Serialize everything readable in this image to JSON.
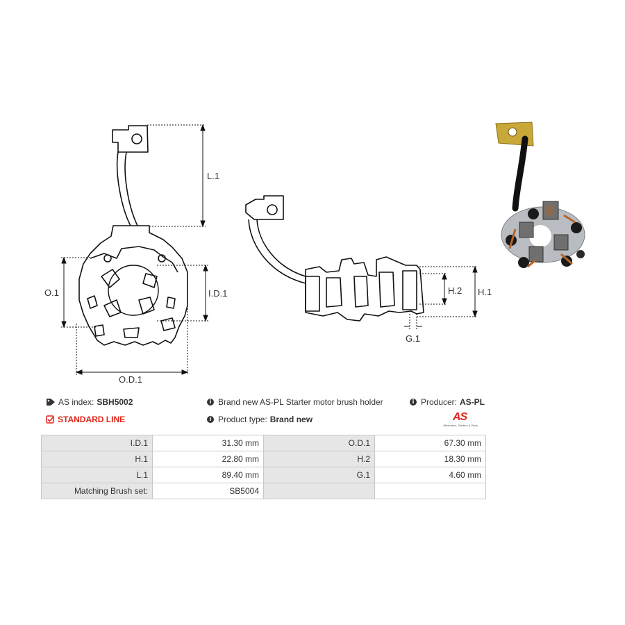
{
  "drawing_labels": {
    "l1": "L.1",
    "o1": "O.1",
    "id1": "I.D.1",
    "od1": "O.D.1",
    "h1": "H.1",
    "h2": "H.2",
    "g1": "G.1"
  },
  "info": {
    "as_index_label": "AS index:",
    "as_index_value": "SBH5002",
    "description": "Brand new AS-PL Starter motor brush holder",
    "producer_label": "Producer:",
    "producer_value": "AS-PL",
    "line": "STANDARD LINE",
    "product_type_label": "Product type:",
    "product_type_value": "Brand new",
    "logo_text": "AS",
    "logo_tagline": "Alternators, Starters & Parts"
  },
  "specs": [
    {
      "left_label": "I.D.1",
      "left_value": "31.30 mm",
      "right_label": "O.D.1",
      "right_value": "67.30 mm"
    },
    {
      "left_label": "H.1",
      "left_value": "22.80 mm",
      "right_label": "H.2",
      "right_value": "18.30 mm"
    },
    {
      "left_label": "L.1",
      "left_value": "89.40 mm",
      "right_label": "G.1",
      "right_value": "4.60 mm"
    },
    {
      "left_label": "Matching Brush set:",
      "left_value": "SB5004",
      "right_label": "",
      "right_value": ""
    }
  ],
  "colors": {
    "brand_red": "#e1251b",
    "label_bg": "#e6e6e6",
    "border": "#c8c8c8"
  }
}
